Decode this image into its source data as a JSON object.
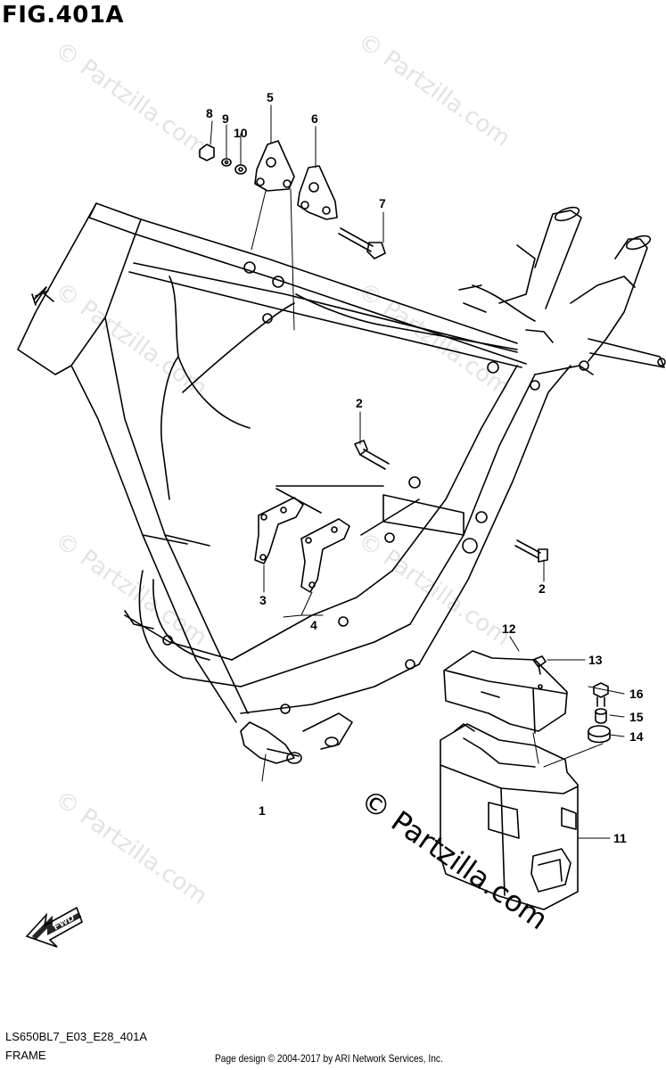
{
  "figure": {
    "title": "FIG.401A",
    "code": "LS650BL7_E03_E28_401A",
    "section": "FRAME",
    "credit": "Page design © 2004-2017 by ARI Network Services, Inc.",
    "fwd_label": "FWD"
  },
  "watermark": {
    "text": "© Partzilla.com",
    "color": "#e3e3e3"
  },
  "callouts": [
    {
      "id": "c1",
      "label": "1"
    },
    {
      "id": "c2a",
      "label": "2"
    },
    {
      "id": "c2b",
      "label": "2"
    },
    {
      "id": "c3",
      "label": "3"
    },
    {
      "id": "c4",
      "label": "4"
    },
    {
      "id": "c5",
      "label": "5"
    },
    {
      "id": "c6",
      "label": "6"
    },
    {
      "id": "c7",
      "label": "7"
    },
    {
      "id": "c8",
      "label": "8"
    },
    {
      "id": "c9",
      "label": "9"
    },
    {
      "id": "c10",
      "label": "10"
    },
    {
      "id": "c11",
      "label": "11"
    },
    {
      "id": "c12",
      "label": "12"
    },
    {
      "id": "c13",
      "label": "13"
    },
    {
      "id": "c14",
      "label": "14"
    },
    {
      "id": "c15",
      "label": "15"
    },
    {
      "id": "c16",
      "label": "16"
    }
  ]
}
